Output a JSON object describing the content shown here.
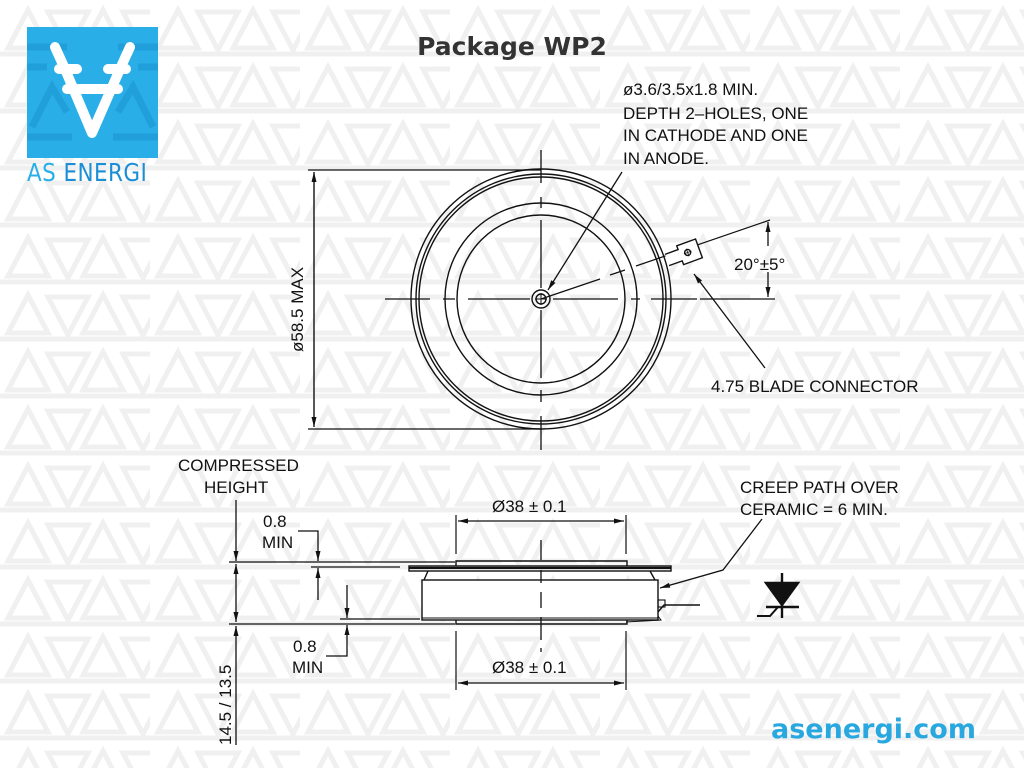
{
  "header": {
    "title": "Package WP2"
  },
  "brand": {
    "logo_icon": "as-energi-logo-icon",
    "name_part1": "AS",
    "name_part2": "ENERGI",
    "website": "asenergi.com",
    "colors": {
      "primary": "#29a8e0",
      "dark": "#1b8fd6",
      "light": "#4cc0f0"
    }
  },
  "top_view": {
    "hole_note": [
      "ø3.6/3.5x1.8 MIN.",
      "DEPTH 2–HOLES, ONE",
      "IN CATHODE AND ONE",
      "IN ANODE."
    ],
    "diameter_label": "ø58.5 MAX",
    "angle_label": "20°±5°",
    "connector_label": "4.75 BLADE CONNECTOR"
  },
  "side_view": {
    "compressed_height_label": [
      "COMPRESSED",
      "HEIGHT"
    ],
    "top_min": [
      "0.8",
      "MIN"
    ],
    "bottom_min": [
      "0.8",
      "MIN"
    ],
    "top_diameter": "Ø38 ± 0.1",
    "bottom_diameter": "Ø38 ± 0.1",
    "height_label": "14.5 / 13.5",
    "creep_note": [
      "CREEP PATH OVER",
      "CERAMIC = 6 MIN."
    ],
    "symbol": "thyristor-symbol"
  }
}
